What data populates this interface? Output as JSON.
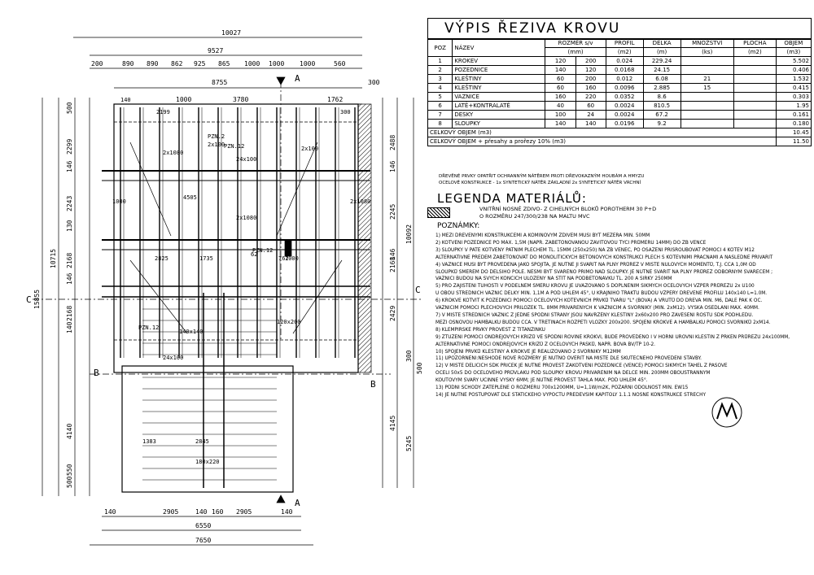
{
  "plan": {
    "dims_top": [
      "10027",
      "9527",
      "8755",
      "300",
      "1000",
      "3780",
      "1762"
    ],
    "dims_top_row": [
      "200",
      "890",
      "890",
      "862",
      "925",
      "865",
      "1000",
      "1000",
      "1000",
      "560"
    ],
    "dims_top_small": [
      "140",
      "2199",
      "300"
    ],
    "dims_left": [
      "500",
      "2299",
      "146",
      "2243",
      "130",
      "2168",
      "146",
      "2168",
      "140",
      "4140",
      "550",
      "500"
    ],
    "dims_left_total": [
      "10715",
      "15855"
    ],
    "dims_right": [
      "2488",
      "146",
      "2245",
      "10092",
      "146",
      "2168",
      "2429",
      "4145",
      "5245",
      "300",
      "500"
    ],
    "dims_bottom": [
      "140",
      "2905",
      "140",
      "160",
      "2905",
      "140",
      "6550",
      "7650"
    ],
    "section_marks": [
      "A",
      "A",
      "C",
      "C",
      "B",
      "B"
    ],
    "labels": [
      "PZN.2",
      "PZN.12",
      "PZN.12",
      "PZN.12",
      "24x100",
      "24x100",
      "140x140",
      "120x200",
      "180x220",
      "1383",
      "2845",
      "1735",
      "2825",
      "4505",
      "1000",
      "1000",
      "2x1080",
      "2x1080",
      "2x1080",
      "2x100",
      "2x100",
      "62",
      "762"
    ]
  },
  "rezivo": {
    "title": "VÝPIS ŘEZIVA KROVU",
    "headers": [
      "POZ",
      "NÁZEV",
      "ROZMĚR s/v",
      "PROFIL",
      "DÉLKA",
      "MNOŽSTVÍ",
      "PLOCHA",
      "OBJEM"
    ],
    "units": [
      "",
      "",
      "(mm)",
      "(m2)",
      "(m)",
      "(ks)",
      "(m2)",
      "(m3)"
    ],
    "rows": [
      {
        "poz": "1",
        "nazev": "KROKEV",
        "s": "120",
        "v": "200",
        "profil": "0.024",
        "delka": "229.24",
        "ks": "",
        "plocha": "",
        "objem": "5.502"
      },
      {
        "poz": "2",
        "nazev": "POZEDNICE",
        "s": "140",
        "v": "120",
        "profil": "0.0168",
        "delka": "24.15",
        "ks": "",
        "plocha": "",
        "objem": "0.406"
      },
      {
        "poz": "3",
        "nazev": "KLEŠTINY",
        "s": "60",
        "v": "200",
        "profil": "0.012",
        "delka": "6.08",
        "ks": "21",
        "plocha": "",
        "objem": "1.532"
      },
      {
        "poz": "4",
        "nazev": "KLEŠTINY",
        "s": "60",
        "v": "160",
        "profil": "0.0096",
        "delka": "2.885",
        "ks": "15",
        "plocha": "",
        "objem": "0.415"
      },
      {
        "poz": "5",
        "nazev": "VAZNICE",
        "s": "160",
        "v": "220",
        "profil": "0.0352",
        "delka": "8.6",
        "ks": "",
        "plocha": "",
        "objem": "0.303"
      },
      {
        "poz": "6",
        "nazev": "LATĚ+KONTRALATĚ",
        "s": "40",
        "v": "60",
        "profil": "0.0024",
        "delka": "810.5",
        "ks": "",
        "plocha": "",
        "objem": "1.95"
      },
      {
        "poz": "7",
        "nazev": "DESKY",
        "s": "100",
        "v": "24",
        "profil": "0.0024",
        "delka": "67.2",
        "ks": "",
        "plocha": "",
        "objem": "0.161"
      },
      {
        "poz": "8",
        "nazev": "SLOUPKY",
        "s": "140",
        "v": "140",
        "profil": "0.0196",
        "delka": "9.2",
        "ks": "",
        "plocha": "",
        "objem": "0.180"
      }
    ],
    "total_label": "CELKOVÝ OBJEM (m3)",
    "total_value": "10.45",
    "total2_label": "CELKOVÝ OBJEM + přesahy a prořezy 10% (m3)",
    "total2_value": "11.50"
  },
  "small_notes": [
    "DŘEVĚNÉ PRVKY OPATŘIT OCHRANNÝM NÁTĚREM PROTI DŘEVOKAZNÝM HOUBÁM A HMYZU",
    "OCELOVÉ KONSTRUKCE - 1x SYNTETICKÝ NÁTĚR ZÁKLADNÍ 2x SYNTETICKÝ NÁTĚR VRCHNÍ"
  ],
  "legend": {
    "title": "LEGENDA MATERIÁLŮ:",
    "line1": "VNITŘNÍ NOSNÉ ZDIVO- Z CIHELNÝCH BLOKŮ POROTHERM 30 P+D",
    "line2": "O ROZMĚRU 247/300/238 NA MALTU MVC"
  },
  "notes_title": "POZNÁMKY:",
  "notes": [
    "1) MEZI DŘEVĚNÝMI KONSTRUKCEMI A KOMÍNOVÝM ZDIVEM MUSÍ BÝT MEZERA MIN. 50MM",
    "2) KOTVENÍ POZEDNICE PO MAX. 1,5M (NAPŘ. ZABETONOVANOU ZÁVITOVOU TYČÍ PRŮMĚRU 14MM) DO ŽB VĚNCE",
    "3) SLOUPKY V PATĚ KOTVENY PATNÍM PLECHEM TL. 15MM (250x250) NA ŽB VĚNEC, PO OSAZENÍ PŘIŠROUBOVAT POMOCÍ 4 KOTEV M12",
    "ALTERNATIVNĚ PŘEDEM ZABETONOVAT DO MONOLITICKÝCH BETONOVÝCH KONSTRUKCÍ PLECH S KOTEVNÍMI PRACNAMI A NÁSLEDNĚ PŘIVAŘIT",
    "4) VAZNICE MUSÍ BÝT PROVEDENA JAKO SPOJITÁ, JE NUTNÉ JI SVAŘIT NA PLNÝ PRŮŘEZ V MÍSTĚ NULOVÝCH MOMENTŮ, T.J. CCA 1,0M OD",
    "SLOUPKŮ SMĚREM DO DELŠÍHO POLE. NESMÍ BÝT SVAŘENO PŘÍMO NAD SLOUPKY. JE NUTNÉ SVAŘIT NA PLNÝ PRŮŘEZ ODBORNÝM SVÁŘEČEM ;",
    "VAZNICI BUDOU NA SVÝCH KONCÍCH ULOŽENY NA ŠTÍT NA PODBETONÁVKU TL. 200 A ŠÍŘKY 250MM",
    "5) PRO ZAJIŠTĚNÍ TUHOSTI V PODÉLNÉM SMĚRU KROVU JE UVAŽOVÁNO S DOPLNĚNÍM ŠIKMÝCH OCELOVÝCH VZPĚR PRŮŘEZU 2x U100",
    "U OBOU STŘEDNÍCH VAZNIC DÉLKY MIN. 1,1M A POD ÚHLEM 45°, U KRAJNÍHO TRAKTU BUDOU VZPĚRY DŘEVĚNÉ PROFILU 140x140 L=1.0M.",
    "6) KROKVE KOTVIT K POZEDNICI POMOCÍ OCELOVÝCH KOTEVNÍCH PRVKŮ TVARU \"L\" (BOVA) A VRUTŮ DO DŘEVA MIN. M6, DÁLE PAK K OC.",
    "VAZNICÍM POMOCÍ PLECHOVÝCH PŘÍLOŽEK TL. 8MM PŘIVAŘENÝCH K VAZNICÍM A SVORNÍKY (MIN. 2xM12). VÝŠKA OSEDLÁNÍ MAX. 40MM.",
    "7) V MÍSTĚ STŘEDNÍCH VAZNIC Z JEDNÉ SPODNÍ STRANY JSOU NAVRŽENY KLEŠTINY 2x60x200 PRO ZAVĚŠENÍ ROŠTU SDK PODHLEDU.",
    "MEZI OSNOVOU HAMBALKU BUDOU CCA. V TŘETINÁCH ROZPĚTÍ VLOŽKY 200x200. SPOJENÍ KROKVE A HAMBALKU POMOCÍ SVORNÍKŮ 2xM14.",
    "8) KLEMPÍŘSKÉ PRVKY PROVÉST Z TITANZINKU",
    "9) ZTUŽENÍ POMOCÍ ONDŘEJOVÝCH KŘÍŽŮ VE SPODNÍ ROVINĚ KROKVÍ, BUDE PROVEDENO I V HORNÍ ÚROVNI KLEŠTIN Z PRKEN PRŮŘEZU 24x100MM,",
    "ALTERNATIVNĚ POMOCÍ ONDŘEJOVÝCH KŘÍŽŮ Z OCELOVÝCH PÁSKŮ, NAPŘ. BOVA BV/TP 10-2.",
    "10) SPOJENÍ PRVKŮ KLEŠTINY A KROKVE JE REALIZOVÁNO 2 SVORNÍKY M12MM",
    "11) UPOZORNĚNÍ:NESHODÉ NOVÉ ROZMĚRY JE NUTNO OVĚŘIT NA MÍSTĚ DLE SKUTEČNÉHO PROVEDENÍ STAVBY.",
    "12) V MÍSTĚ DĚLÍCÍCH SDK PŘÍČEK JE NUTNÉ PROVÉST ZAKOTVENÍ POZEDNICE (VĚNCE) POMOCÍ ŠIKMÝCH TÁHEL Z PÁSOVÉ",
    "OCELI 50x5 DO OCELOVÉHO PRŮVLAKU POD SLOUPKY KROVU PŘIVAŘENÍM NA DÉLCE MIN. 200MM OBOUSTRANNÝM",
    "KOUTOVÝM SVARY ÚČINNÉ VÝŠKY 6MM; JE NUTNÉ PROVÉST TÁHLA MAX. POD ÚHLEM 45°.",
    "13) PŮDNÍ SCHODY ZATEPLENÉ O ROZMĚRU 700x1200MM, U=1,1W/m2K, POŽÁRNÍ ODOLNOST MIN. EW15",
    "14) JE NUTNÉ POSTUPOVAT DLE STATICKÉHO VÝPOČTU PŘEDEVŠÍM KAPITOLY 1.1.1 NOSNÉ KONSTRUKCE STŘECHY"
  ]
}
